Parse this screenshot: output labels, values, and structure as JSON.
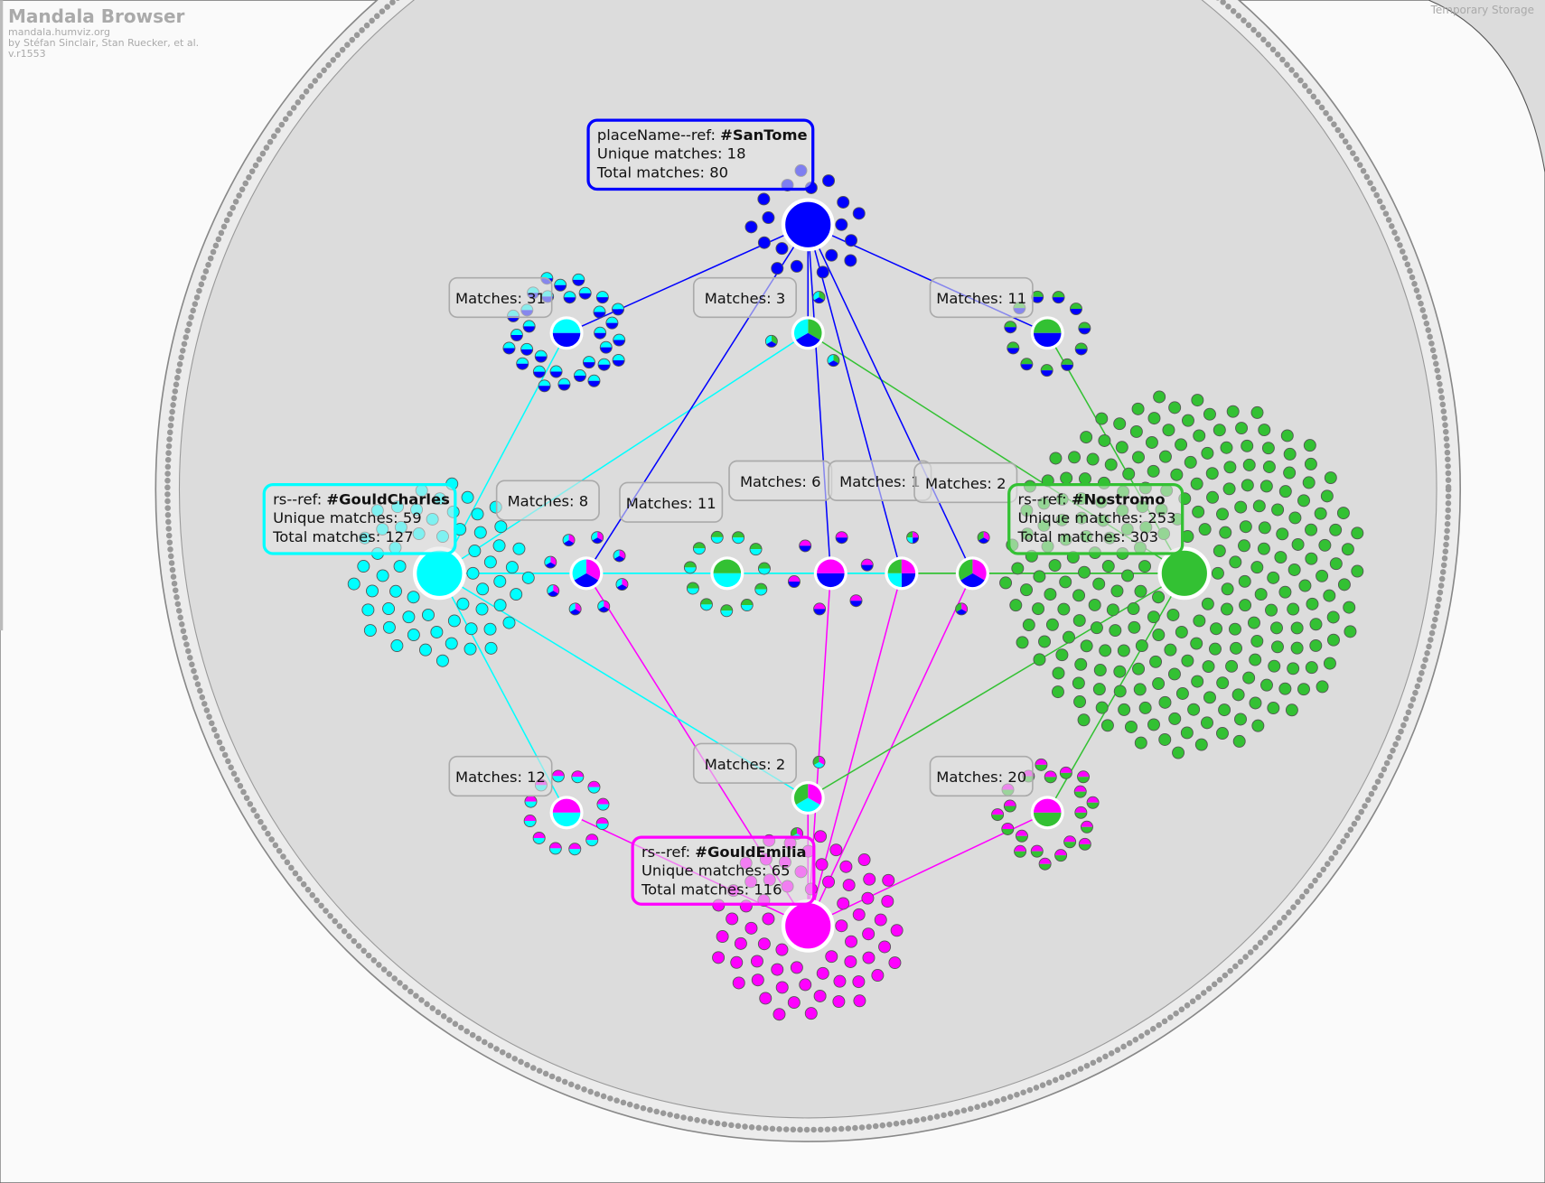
{
  "header": {
    "title": "Mandala Browser",
    "site": "mandala.humviz.org",
    "authors": "by Stéfan Sinclair, Stan Ruecker, et al.",
    "version": "v.r1553"
  },
  "storage_label": "Temporary Storage",
  "colors": {
    "blue": "#0000ff",
    "cyan": "#00ffff",
    "green": "#33c133",
    "magenta": "#ff00ff"
  },
  "magnets": [
    {
      "id": "santome",
      "prefix": "placeName--ref: ",
      "name": "#SanTome",
      "unique_label": "Unique matches: 18",
      "total_label": "Total matches: 80",
      "unique": 18,
      "total": 80,
      "color": "#0000ff"
    },
    {
      "id": "gouldcharles",
      "prefix": "rs--ref: ",
      "name": "#GouldCharles",
      "unique_label": "Unique matches: 59",
      "total_label": "Total matches: 127",
      "unique": 59,
      "total": 127,
      "color": "#00ffff"
    },
    {
      "id": "nostromo",
      "prefix": "rs--ref: ",
      "name": "#Nostromo",
      "unique_label": "Unique matches: 253",
      "total_label": "Total matches: 303",
      "unique": 253,
      "total": 303,
      "color": "#33c133"
    },
    {
      "id": "gouldemilia",
      "prefix": "rs--ref: ",
      "name": "#GouldEmilia",
      "unique_label": "Unique matches: 65",
      "total_label": "Total matches: 116",
      "unique": 65,
      "total": 116,
      "color": "#ff00ff"
    }
  ],
  "intersections": [
    {
      "label": "Matches: 31",
      "matches": 31,
      "members": [
        "santome",
        "gouldcharles"
      ],
      "colors": [
        "#00ffff",
        "#0000ff"
      ]
    },
    {
      "label": "Matches: 3",
      "matches": 3,
      "members": [
        "santome",
        "gouldcharles",
        "nostromo"
      ],
      "colors": [
        "#33c133",
        "#0000ff",
        "#00ffff"
      ]
    },
    {
      "label": "Matches: 11",
      "matches": 11,
      "members": [
        "santome",
        "nostromo"
      ],
      "colors": [
        "#33c133",
        "#0000ff"
      ]
    },
    {
      "label": "Matches: 8",
      "matches": 8,
      "members": [
        "gouldcharles",
        "santome",
        "gouldemilia"
      ],
      "colors": [
        "#ff00ff",
        "#0000ff",
        "#00ffff"
      ]
    },
    {
      "label": "Matches: 11",
      "matches": 11,
      "members": [
        "gouldcharles",
        "nostromo"
      ],
      "colors": [
        "#33c133",
        "#00ffff"
      ]
    },
    {
      "label": "Matches: 6",
      "matches": 6,
      "members": [
        "santome",
        "gouldemilia"
      ],
      "colors": [
        "#ff00ff",
        "#0000ff"
      ]
    },
    {
      "label": "Matches: 1",
      "matches": 1,
      "members": [
        "santome",
        "gouldcharles",
        "nostromo",
        "gouldemilia"
      ],
      "colors": [
        "#33c133",
        "#ff00ff",
        "#0000ff",
        "#00ffff"
      ]
    },
    {
      "label": "Matches: 2",
      "matches": 2,
      "members": [
        "santome",
        "nostromo",
        "gouldemilia"
      ],
      "colors": [
        "#ff00ff",
        "#0000ff",
        "#33c133"
      ]
    },
    {
      "label": "Matches: 12",
      "matches": 12,
      "members": [
        "gouldcharles",
        "gouldemilia"
      ],
      "colors": [
        "#ff00ff",
        "#00ffff"
      ]
    },
    {
      "label": "Matches: 2",
      "matches": 2,
      "members": [
        "gouldemilia",
        "gouldcharles",
        "nostromo"
      ],
      "colors": [
        "#ff00ff",
        "#00ffff",
        "#33c133"
      ]
    },
    {
      "label": "Matches: 20",
      "matches": 20,
      "members": [
        "gouldemilia",
        "nostromo"
      ],
      "colors": [
        "#ff00ff",
        "#33c133"
      ]
    }
  ]
}
